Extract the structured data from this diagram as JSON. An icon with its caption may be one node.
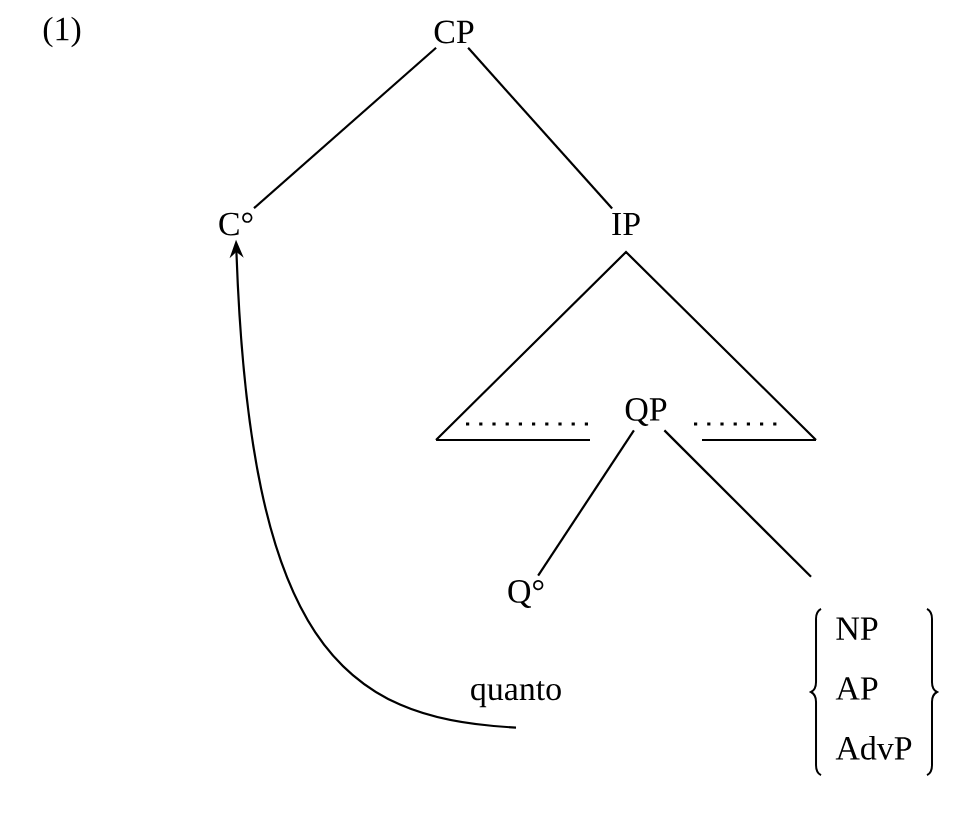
{
  "diagram": {
    "nodes": [
      {
        "text": [
          "CP"
        ]
      },
      {
        "text": [
          "C°"
        ]
      },
      {
        "text": [
          "IP"
        ]
      },
      {
        "text": [
          "QP"
        ]
      },
      {
        "text": [
          "Q°"
        ]
      },
      {
        "text": [
          "NP",
          "AP",
          "AdvP"
        ]
      },
      {
        "text": [
          "quanto"
        ]
      }
    ],
    "edges": [
      {
        "from": 0,
        "to": 1,
        "arrow": "none"
      },
      {
        "from": 0,
        "to": 2,
        "arrow": "none"
      },
      {
        "from": 3,
        "to": 4,
        "arrow": "none"
      },
      {
        "from": 3,
        "to": 5,
        "arrow": "none"
      },
      {
        "from": 6,
        "to": 1,
        "arrow": "to"
      }
    ],
    "labels": [
      "(1)"
    ]
  }
}
